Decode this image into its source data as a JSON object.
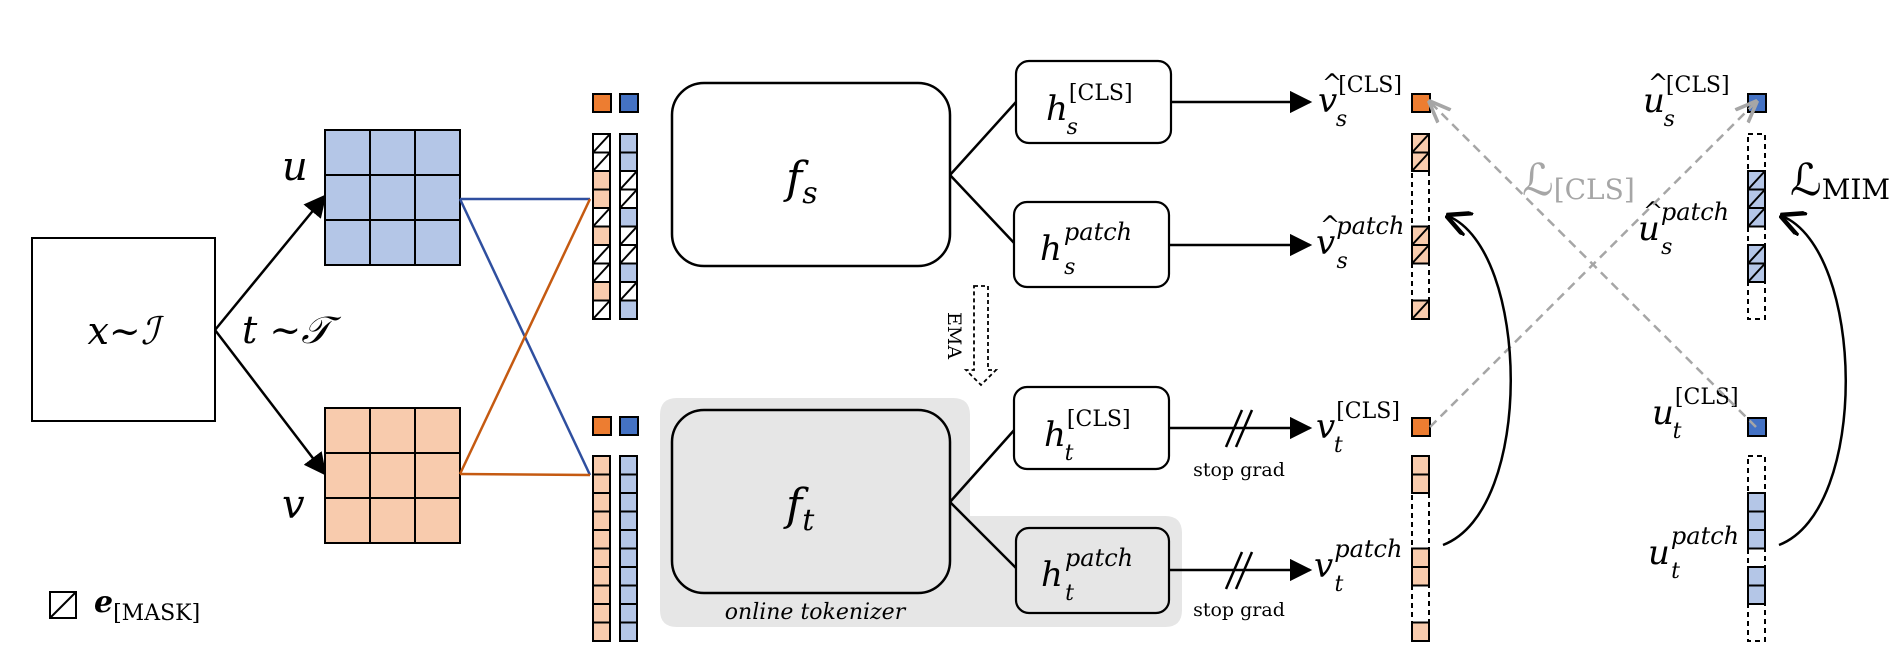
{
  "input_box": {
    "label": "x~ℐ"
  },
  "transform": {
    "label": "t ~𝒯"
  },
  "views": {
    "u": "u",
    "v": "v"
  },
  "student": {
    "encoder": "f",
    "encoder_sub": "s"
  },
  "teacher": {
    "encoder": "f",
    "encoder_sub": "t",
    "region_label": "online tokenizer"
  },
  "ema": {
    "label": "EMA"
  },
  "heads": {
    "h": "h",
    "cls_sup": "[CLS]",
    "patch_sup": "patch",
    "s_sub": "s",
    "t_sub": "t"
  },
  "outputs": {
    "v": "v",
    "u": "u",
    "cls_sup": "[CLS]",
    "patch_sup": "patch",
    "s_sub": "s",
    "t_sub": "t"
  },
  "stop_grad": {
    "label": "stop grad"
  },
  "losses": {
    "cls_main": "ℒ",
    "cls_sub": "[CLS]",
    "mim_main": "ℒ",
    "mim_sub": "MIM"
  },
  "legend": {
    "main": "e",
    "sub": "[MASK]"
  },
  "colors": {
    "blue_fill": "#b4c6e7",
    "blue_solid": "#4472c4",
    "orange_fill": "#f8cbad",
    "orange_solid": "#ed7d31",
    "blue_line": "#2f4f9f",
    "orange_line": "#c55a11",
    "gray_region": "#e6e6e6",
    "light_gray_text": "#a6a6a6"
  }
}
